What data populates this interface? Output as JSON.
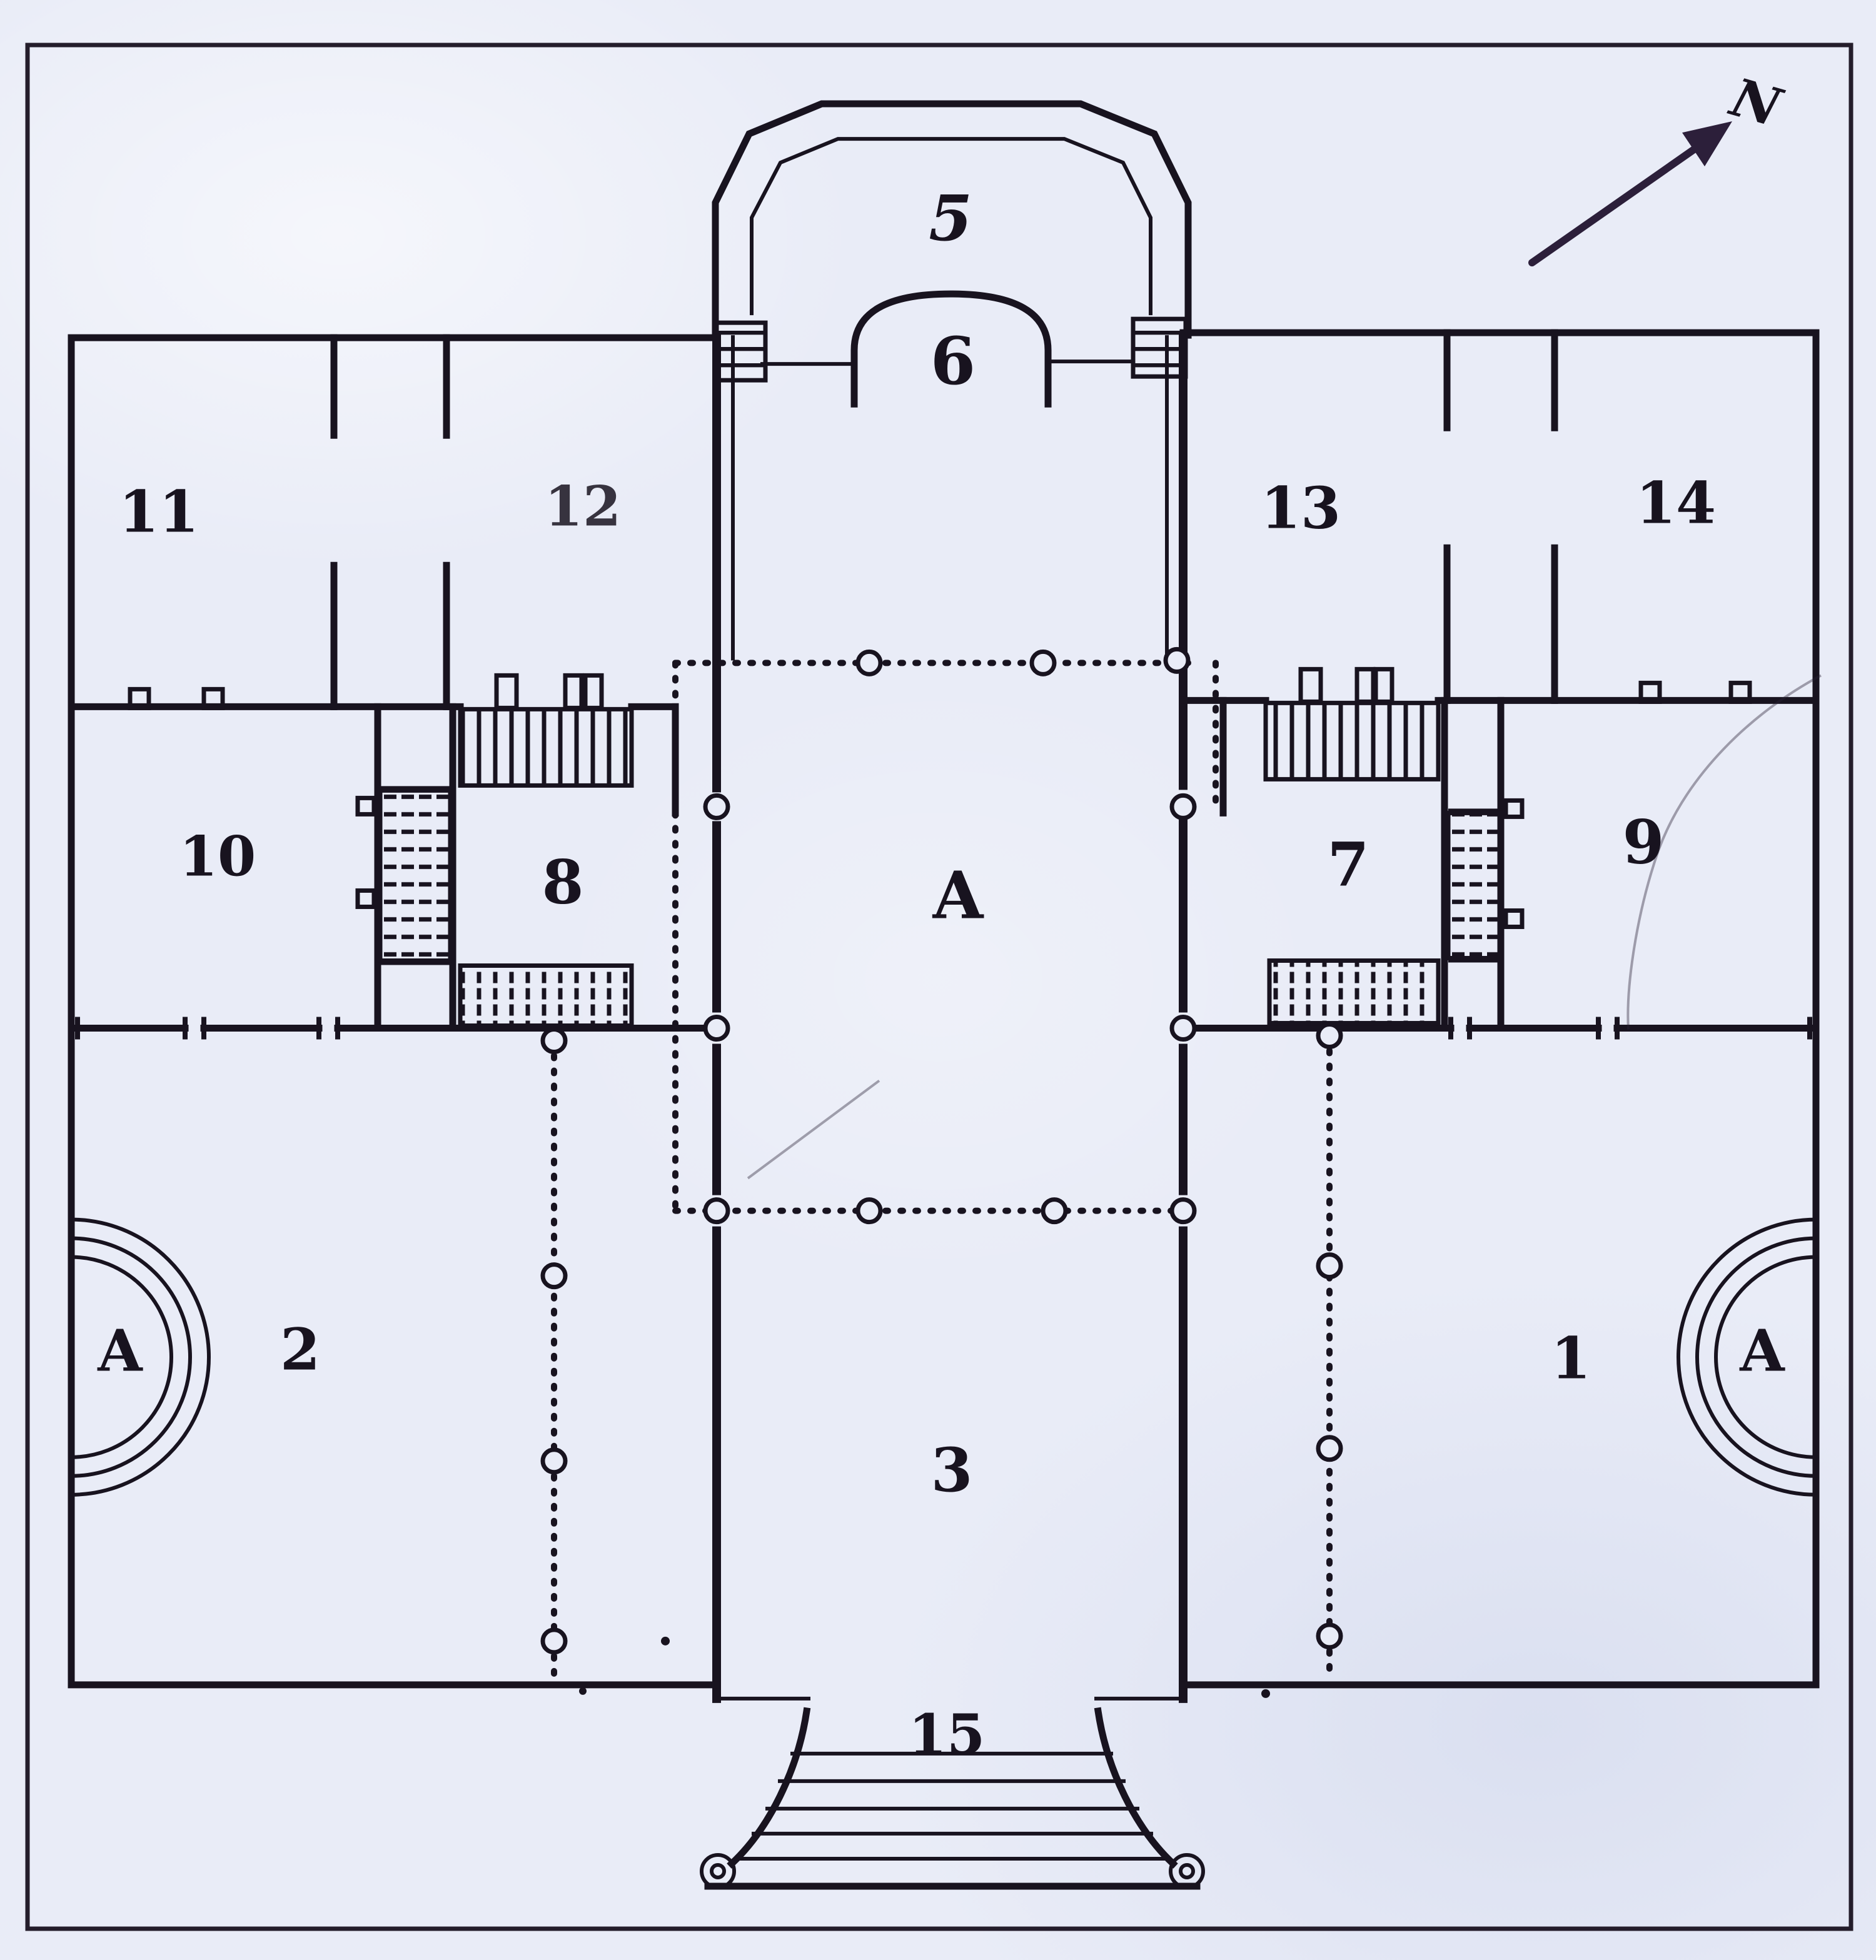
{
  "document": {
    "type": "scanned architectural floor plan",
    "description": "Engraved ground plan of a classical building: central hall with apse, flanking wings, twin staircases, lateral exedrae and a front stair"
  },
  "colors": {
    "paper": "#e9ecf7",
    "ink": "#18131f",
    "arrow_ink": "#2c1f3a",
    "frame": "#241d2b"
  },
  "compass": {
    "label": "N"
  },
  "labels": {
    "hall": "A",
    "apse_left": "A",
    "apse_right": "A",
    "room_1": "1",
    "room_2": "2",
    "room_3": "3",
    "room_5": "5",
    "room_6": "6",
    "room_7": "7",
    "room_8": "8",
    "room_9": "9",
    "room_10": "10",
    "room_11": "11",
    "room_12": "12",
    "room_13": "13",
    "room_14": "14",
    "room_15": "15"
  }
}
